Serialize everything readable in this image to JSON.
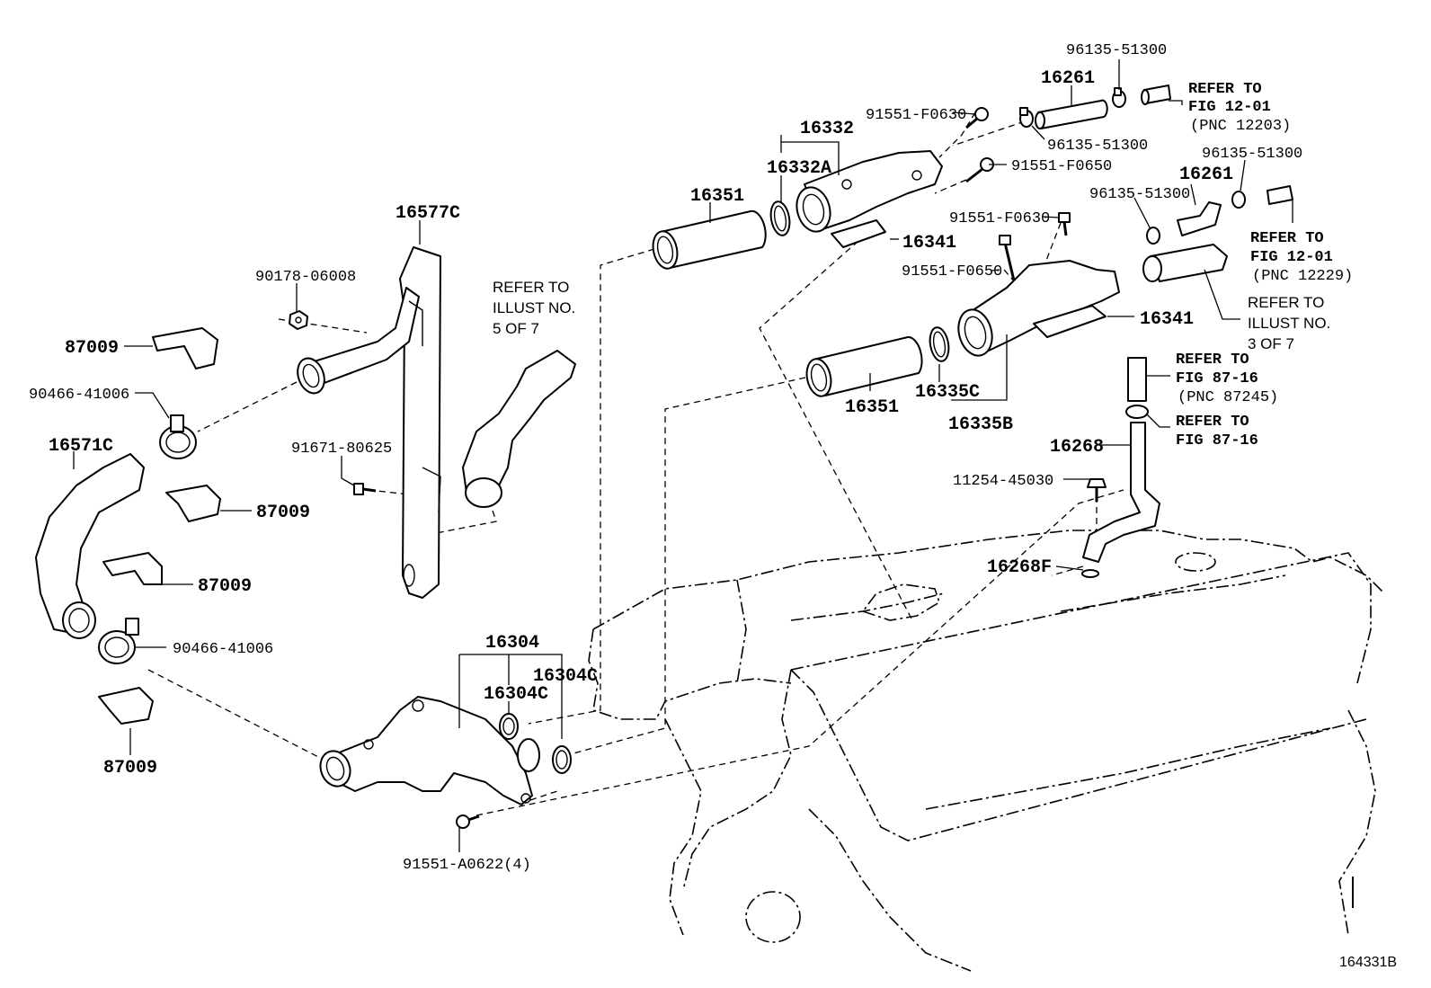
{
  "diagram": {
    "labels": {
      "p96135_top": "96135-51300",
      "p16261_a": "16261",
      "ref_fig1201_a_1": "REFER TO",
      "ref_fig1201_a_2": "FIG 12-01",
      "ref_fig1201_a_3": "(PNC 12203)",
      "p91551_f0630_a": "91551-F0630",
      "p16332": "16332",
      "p96135_b": "96135-51300",
      "p16332a": "16332A",
      "p91551_f0650_a": "91551-F0650",
      "p96135_c": "96135-51300",
      "p16261_b": "16261",
      "p96135_d": "96135-51300",
      "p16351_a": "16351",
      "p16577c": "16577C",
      "p16341_a": "16341",
      "p91551_f0630_b": "91551-F0630",
      "ref_fig1201_b_1": "REFER TO",
      "ref_fig1201_b_2": "FIG 12-01",
      "ref_fig1201_b_3": "(PNC 12229)",
      "p90178": "90178-06008",
      "illust5_1": "REFER TO",
      "illust5_2": "ILLUST NO.",
      "illust5_3": "5 OF 7",
      "p91551_f0650_b": "91551-F0650",
      "p16341_b": "16341",
      "illust3_1": "REFER TO",
      "illust3_2": "ILLUST NO.",
      "illust3_3": "3 OF 7",
      "p87009_a": "87009",
      "p90466_a": "90466-41006",
      "ref_fig8716_a_1": "REFER TO",
      "ref_fig8716_a_2": "FIG 87-16",
      "ref_fig8716_a_3": "(PNC 87245)",
      "p16335c": "16335C",
      "p16351_b": "16351",
      "p16335b": "16335B",
      "ref_fig8716_b_1": "REFER TO",
      "ref_fig8716_b_2": "FIG 87-16",
      "p16571c": "16571C",
      "p16268": "16268",
      "p91671": "91671-80625",
      "p11254": "11254-45030",
      "p87009_b": "87009",
      "p87009_c": "87009",
      "p16268f": "16268F",
      "p90466_b": "90466-41006",
      "p16304": "16304",
      "p16304c_a": "16304C",
      "p16304c_b": "16304C",
      "p87009_d": "87009",
      "p91551_a0622": "91551-A0622(4)",
      "illustration_code": "164331B"
    }
  }
}
